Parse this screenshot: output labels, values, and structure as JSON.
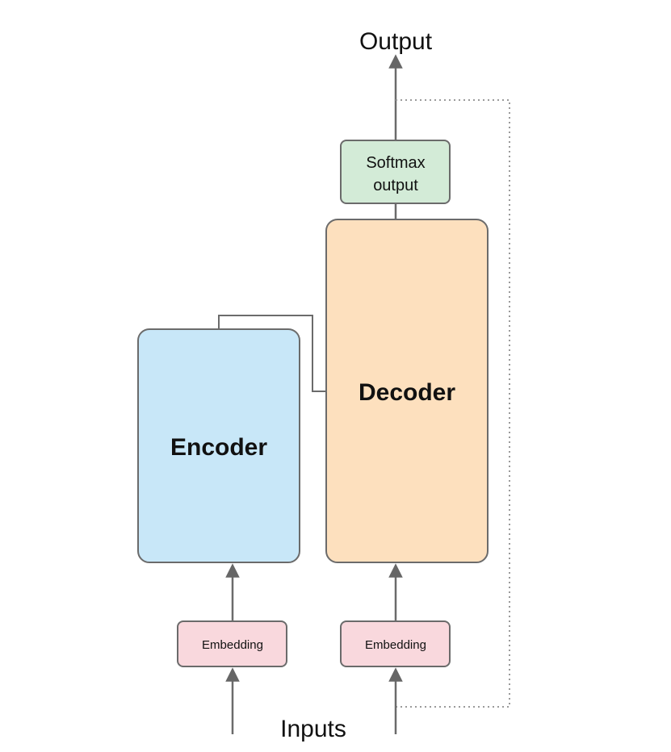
{
  "diagram": {
    "output_label": "Output",
    "inputs_label": "Inputs",
    "softmax_label_line1": "Softmax",
    "softmax_label_line2": "output",
    "decoder_label": "Decoder",
    "encoder_label": "Encoder",
    "embedding_left_label": "Embedding",
    "embedding_right_label": "Embedding"
  },
  "colors": {
    "encoder_fill": "#c8e7f8",
    "decoder_fill": "#fde0be",
    "softmax_fill": "#d3ebd7",
    "embedding_fill": "#f9d8dd",
    "stroke": "#6b6b6b",
    "text": "#111111"
  }
}
